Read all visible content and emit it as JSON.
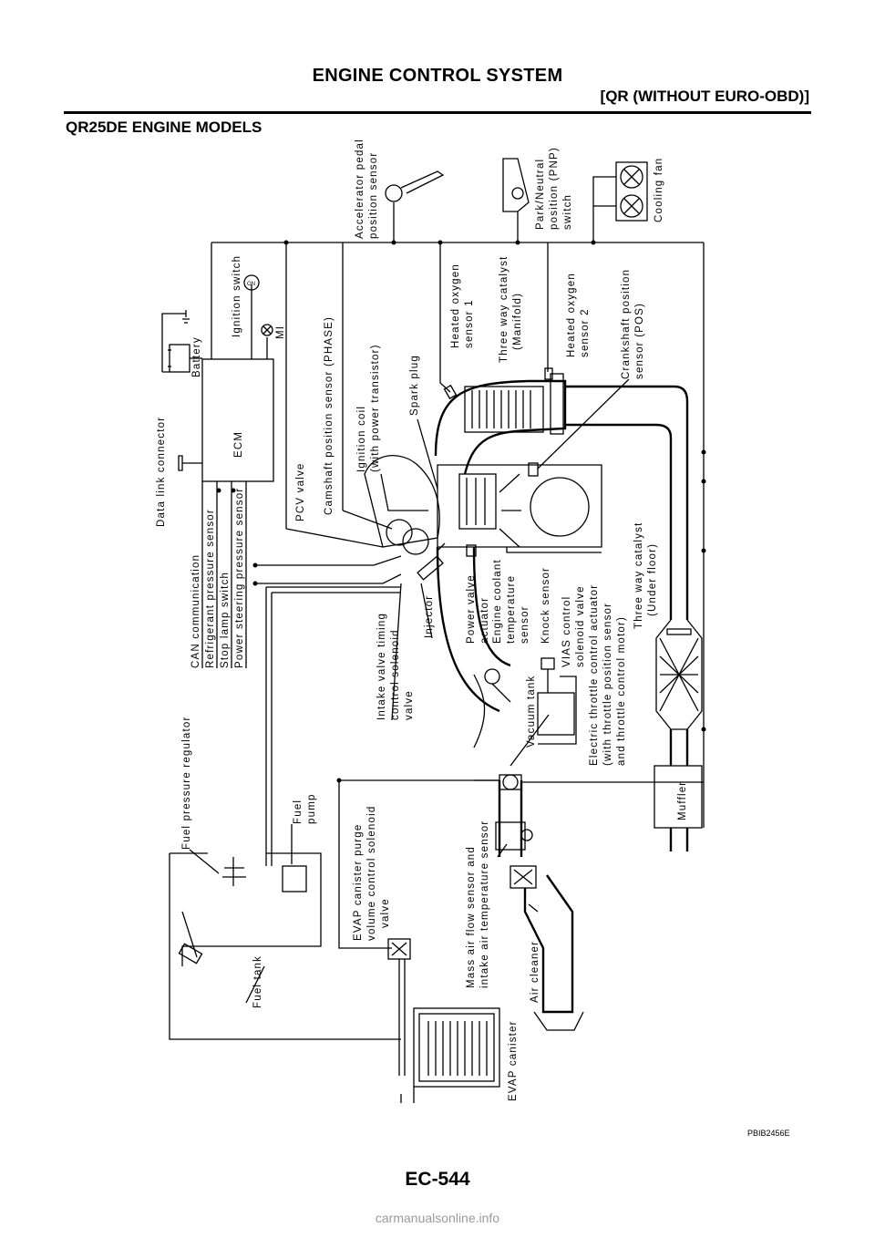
{
  "header": {
    "title": "ENGINE CONTROL SYSTEM",
    "subtitle": "[QR (WITHOUT EURO-OBD)]"
  },
  "section_title": "QR25DE ENGINE MODELS",
  "page_number": "EC-544",
  "figure_code": "PBIB2456E",
  "footer_source": "carmanualsonline.info",
  "labels": {
    "accelerator_pedal": [
      "Accelerator pedal",
      "position sensor"
    ],
    "park_neutral": [
      "Park/Neutral",
      "position (PNP)",
      "switch"
    ],
    "cooling_fan": "Cooling fan",
    "ignition_switch": "Ignition switch",
    "mi": "MI",
    "battery": "Battery",
    "ecm": "ECM",
    "data_link_connector": "Data link connector",
    "heated_o2_1": [
      "Heated oxygen",
      "sensor 1"
    ],
    "twc_manifold": [
      "Three way catalyst",
      "(Manifold)"
    ],
    "heated_o2_2": [
      "Heated oxygen",
      "sensor 2"
    ],
    "crankshaft_sensor": [
      "Crankshaft position",
      "sensor (POS)"
    ],
    "spark_plug": "Spark plug",
    "ignition_coil": [
      "Ignition coil",
      "(with power transistor)"
    ],
    "camshaft_sensor": "Camshaft position sensor (PHASE)",
    "pcv_valve": "PCV valve",
    "can": "CAN communication",
    "refrigerant": "Refrigerant pressure sensor",
    "stop_lamp": "Stop lamp switch",
    "power_steering": "Power steering pressure sensor",
    "ivt_solenoid": [
      "Intake valve timing",
      "control solenoid",
      "valve"
    ],
    "injector": "Injector",
    "power_valve": [
      "Power valve",
      "actuator"
    ],
    "coolant_sensor": [
      "Engine coolant",
      "temperature",
      "sensor"
    ],
    "knock_sensor": "Knock sensor",
    "vias": [
      "VIAS control",
      "solenoid valve"
    ],
    "twc_underfloor": [
      "Three way catalyst",
      "(Under floor)"
    ],
    "vacuum_tank": "Vacuum tank",
    "throttle": [
      "Electric throttle control actuator",
      "(with throttle position sensor",
      "and throttle control motor)"
    ],
    "fuel_pressure_regulator": "Fuel pressure regulator",
    "fuel_pump": [
      "Fuel",
      "pump"
    ],
    "evap_purge": [
      "EVAP canister purge",
      "volume control solenoid",
      "valve"
    ],
    "maf": [
      "Mass air flow sensor and",
      "intake air temperature sensor"
    ],
    "muffler": "Muffler",
    "fuel_tank": "Fuel tank",
    "air_cleaner": "Air cleaner",
    "evap_canister": "EVAP canister"
  }
}
